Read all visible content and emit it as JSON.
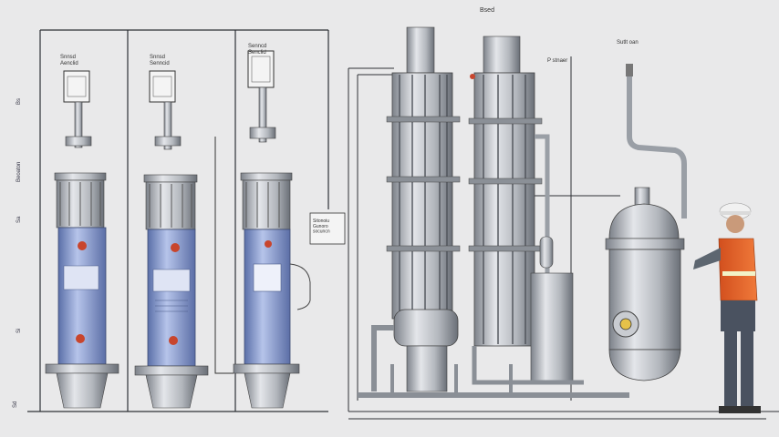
{
  "header": {
    "title": "Bsed"
  },
  "labels": {
    "tank1": "Snnsd\nAenclid",
    "tank2": "Snnsd\nSenncid",
    "tank3": "Senncd\nSenclid",
    "middle": "P stnaer",
    "right": "Sutlt oan",
    "callout": "Sitonoiu\nGunoro\nsocuncn"
  },
  "side_labels": [
    "Bs",
    "Beoaton",
    "Sa",
    "Si",
    "Sd"
  ],
  "colors": {
    "background": "#e9e9ea",
    "steel": "#b9bcc2",
    "steel_dark": "#6f747c",
    "tank_blue": "#7f96d0",
    "warning_red": "#c8452d",
    "worker_vest": "#e0622a",
    "helmet": "#f1f1f1"
  }
}
